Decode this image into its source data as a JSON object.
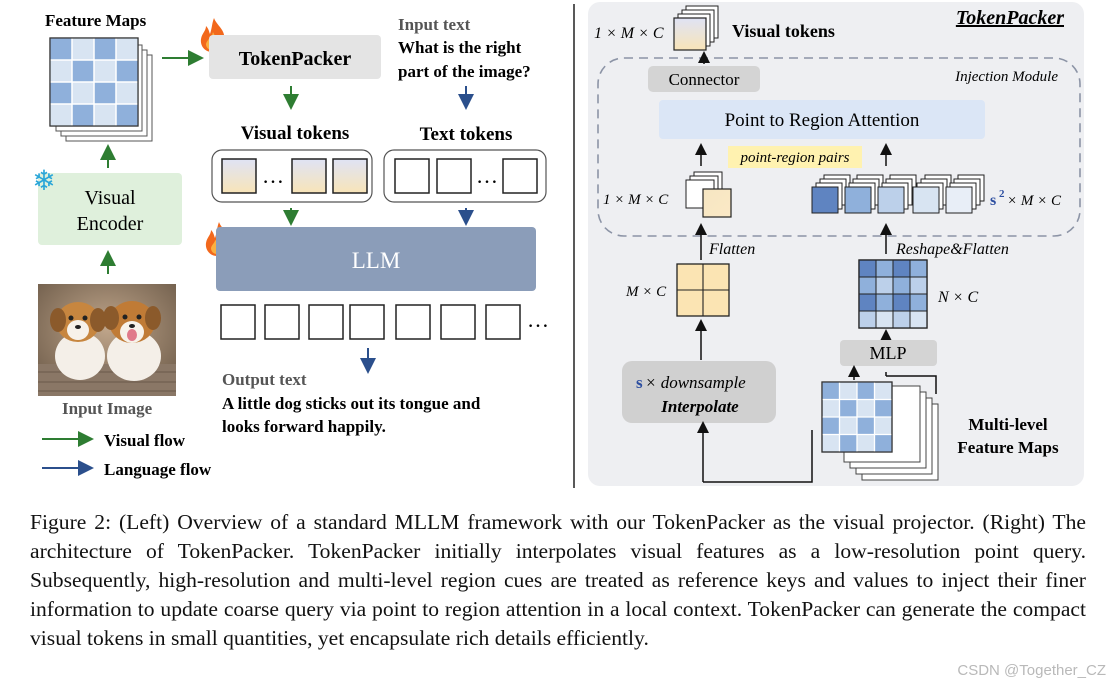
{
  "left": {
    "feature_maps_label": "Feature Maps",
    "tokenpacker_label": "TokenPacker",
    "input_text_heading": "Input text",
    "input_text_line1": "What is the right",
    "input_text_line2": "part of the image?",
    "visual_tokens_label": "Visual tokens",
    "text_tokens_label": "Text tokens",
    "encoder_line1": "Visual",
    "encoder_line2": "Encoder",
    "llm_label": "LLM",
    "input_image_label": "Input Image",
    "output_text_heading": "Output text",
    "output_text_line1": "A little dog sticks out its tongue and",
    "output_text_line2": "looks forward happily.",
    "visual_flow_label": "Visual flow",
    "language_flow_label": "Language flow",
    "ellipsis": "…",
    "fire_icon": "fire-icon",
    "snowflake_icon": "snowflake-icon",
    "snowflake_glyph": "❄"
  },
  "right": {
    "title": "TokenPacker",
    "visual_tokens_label": "Visual tokens",
    "top_dim_label": "1 × M × C",
    "connector_label": "Connector",
    "injection_label": "Injection Module",
    "attention_label": "Point to Region Attention",
    "pairs_label": "point-region pairs",
    "point_dim_label": "1 × M × C",
    "region_dim_s2": "s",
    "region_dim_sup": "2",
    "region_dim_rest": " × M × C",
    "flatten_label": "Flatten",
    "reshape_flatten_label": "Reshape&Flatten",
    "mc_label": "M × C",
    "nc_label": "N × C",
    "mlp_label": "MLP",
    "downsample_s": "s",
    "downsample_rest": " × downsample",
    "interpolate_label": "Interpolate",
    "multilevel_line1": "Multi-level",
    "multilevel_line2": "Feature Maps"
  },
  "caption": "Figure 2: (Left) Overview of a standard MLLM framework with our TokenPacker as the visual projector. (Right) The architecture of TokenPacker. TokenPacker initially interpolates visual features as a low-resolution point query. Subsequently, high-resolution and multi-level region cues are treated as reference keys and values to inject their finer information to update coarse query via point to region attention in a local context. TokenPacker can generate the compact visual tokens in small quantities, yet encapsulate rich details efficiently.",
  "watermark": "CSDN @Together_CZ",
  "colors": {
    "visual_flow": "#2e7d32",
    "language_flow": "#2b4f8c",
    "llm_box": "#8b9db9",
    "encoder_box": "#dff0dc",
    "tokenpacker_box": "#e4e4e4",
    "right_panel_bg": "#eeeff2",
    "attention_box": "#dbe6f6",
    "token_gradient_top": "#dfe3f5",
    "token_gradient_bottom": "#f8e4b8",
    "grid_blue": "#8fb0db",
    "grid_light": "#d8e4f2",
    "s_blue": "#2c4ea0",
    "pairs_yellow": "#fff2b0"
  }
}
